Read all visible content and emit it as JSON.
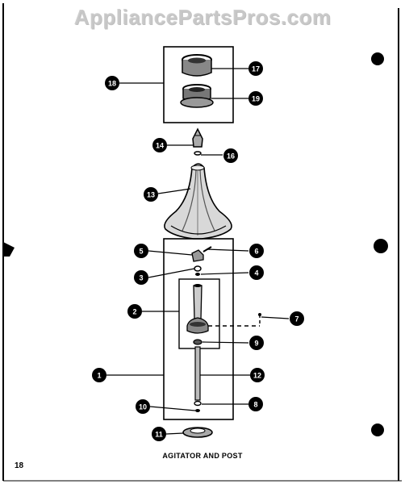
{
  "watermark": "AppliancePartsPros.com",
  "caption": "AGITATOR AND POST",
  "page_number": "18",
  "callouts": {
    "c1": "1",
    "c2": "2",
    "c3": "3",
    "c4": "4",
    "c5": "5",
    "c6": "6",
    "c7": "7",
    "c8": "8",
    "c9": "9",
    "c11": "11",
    "c12": "12",
    "c13": "13",
    "c14": "14",
    "c16": "16",
    "c17": "17",
    "c18": "18",
    "c19": "19",
    "c10": "10"
  }
}
